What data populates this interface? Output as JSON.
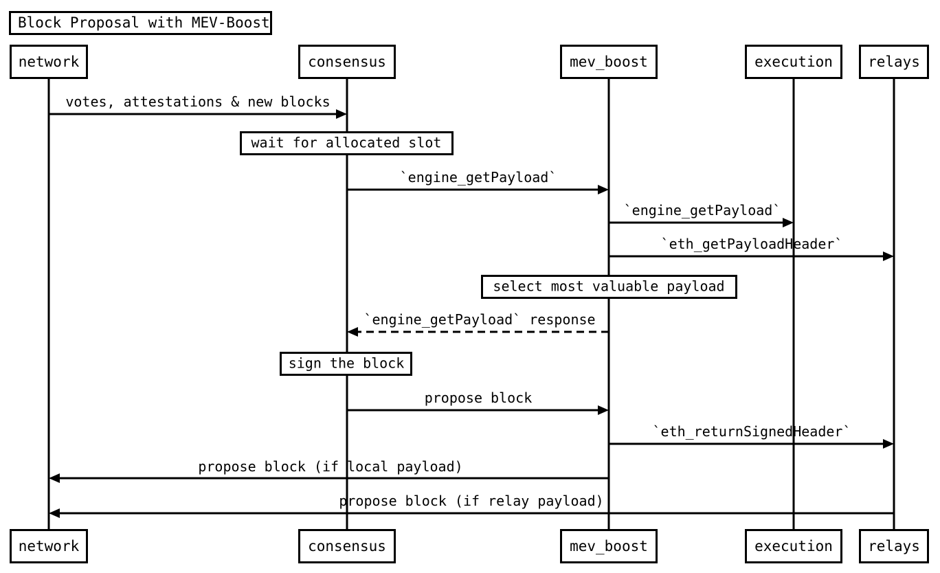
{
  "diagram": {
    "kind": "sequence-diagram",
    "title": "Block Proposal with MEV-Boost",
    "background_color": "#ffffff",
    "line_color": "#000000",
    "participants": [
      {
        "id": "network",
        "label": "network"
      },
      {
        "id": "consensus",
        "label": "consensus"
      },
      {
        "id": "mev_boost",
        "label": "mev_boost"
      },
      {
        "id": "execution",
        "label": "execution"
      },
      {
        "id": "relays",
        "label": "relays"
      }
    ],
    "messages": [
      {
        "label": "votes, attestations & new blocks",
        "from": "network",
        "to": "consensus",
        "style": "solid",
        "direction": "right"
      },
      {
        "label": "`engine_getPayload`",
        "from": "consensus",
        "to": "mev_boost",
        "style": "solid",
        "direction": "right"
      },
      {
        "label": "`engine_getPayload`",
        "from": "mev_boost",
        "to": "execution",
        "style": "solid",
        "direction": "right"
      },
      {
        "label": "`eth_getPayloadHeader`",
        "from": "mev_boost",
        "to": "relays",
        "style": "solid",
        "direction": "right"
      },
      {
        "label": "`engine_getPayload` response",
        "from": "mev_boost",
        "to": "consensus",
        "style": "dashed",
        "direction": "left"
      },
      {
        "label": "propose block",
        "from": "consensus",
        "to": "mev_boost",
        "style": "solid",
        "direction": "right"
      },
      {
        "label": "`eth_returnSignedHeader`",
        "from": "mev_boost",
        "to": "relays",
        "style": "solid",
        "direction": "right"
      },
      {
        "label": "propose block (if local payload)",
        "from": "mev_boost",
        "to": "network",
        "style": "solid",
        "direction": "left"
      },
      {
        "label": "propose block (if relay payload)",
        "from": "relays",
        "to": "network",
        "style": "solid",
        "direction": "left"
      }
    ],
    "notes": [
      {
        "label": "wait for allocated slot",
        "over": "consensus"
      },
      {
        "label": "select most valuable payload",
        "over": "mev_boost"
      },
      {
        "label": "sign the block",
        "over": "consensus"
      }
    ]
  }
}
